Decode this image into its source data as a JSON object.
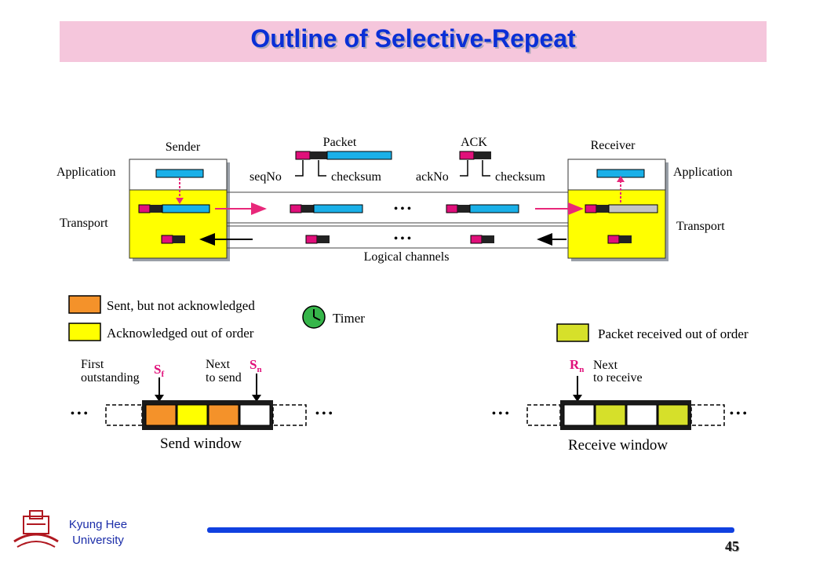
{
  "header": {
    "title": "Outline of Selective-Repeat"
  },
  "diagram": {
    "sender_label": "Sender",
    "receiver_label": "Receiver",
    "application_label": "Application",
    "transport_label": "Transport",
    "packet_label": "Packet",
    "ack_label": "ACK",
    "seqno_label": "seqNo",
    "ackno_label": "ackNo",
    "checksum_label": "checksum",
    "logical_channels_label": "Logical channels",
    "ellipsis": "• • •"
  },
  "legend": {
    "sent_not_acked": "Sent, but not acknowledged",
    "acked_out_of_order": "Acknowledged out of order",
    "timer": "Timer",
    "packet_received_out_of_order": "Packet received out of order"
  },
  "send_window": {
    "first_label_1": "First",
    "first_label_2": "outstanding",
    "sf_main": "S",
    "sf_sub": "f",
    "next_label_1": "Next",
    "next_label_2": "to send",
    "sn_main": "S",
    "sn_sub": "n",
    "caption": "Send window",
    "dots": "• • •"
  },
  "receive_window": {
    "rn_main": "R",
    "rn_sub": "n",
    "next_label_1": "Next",
    "next_label_2": "to receive",
    "caption": "Receive window",
    "dots": "• • •"
  },
  "footer": {
    "university_line1": "Kyung Hee",
    "university_line2": "University",
    "page_number": "45"
  },
  "colors": {
    "title_bg": "#f5c6dc",
    "title_text": "#0a2fd6",
    "transport_yellow": "#ffff00",
    "packet_blue": "#1ab0e8",
    "seq_magenta": "#e0107a",
    "arrow_pink": "#e8287a",
    "sent_orange": "#f4922a",
    "acked_yellow": "#ffff00",
    "received_green": "#d6e02a",
    "timer_green": "#36b54a",
    "footer_bar": "#1040e0"
  }
}
